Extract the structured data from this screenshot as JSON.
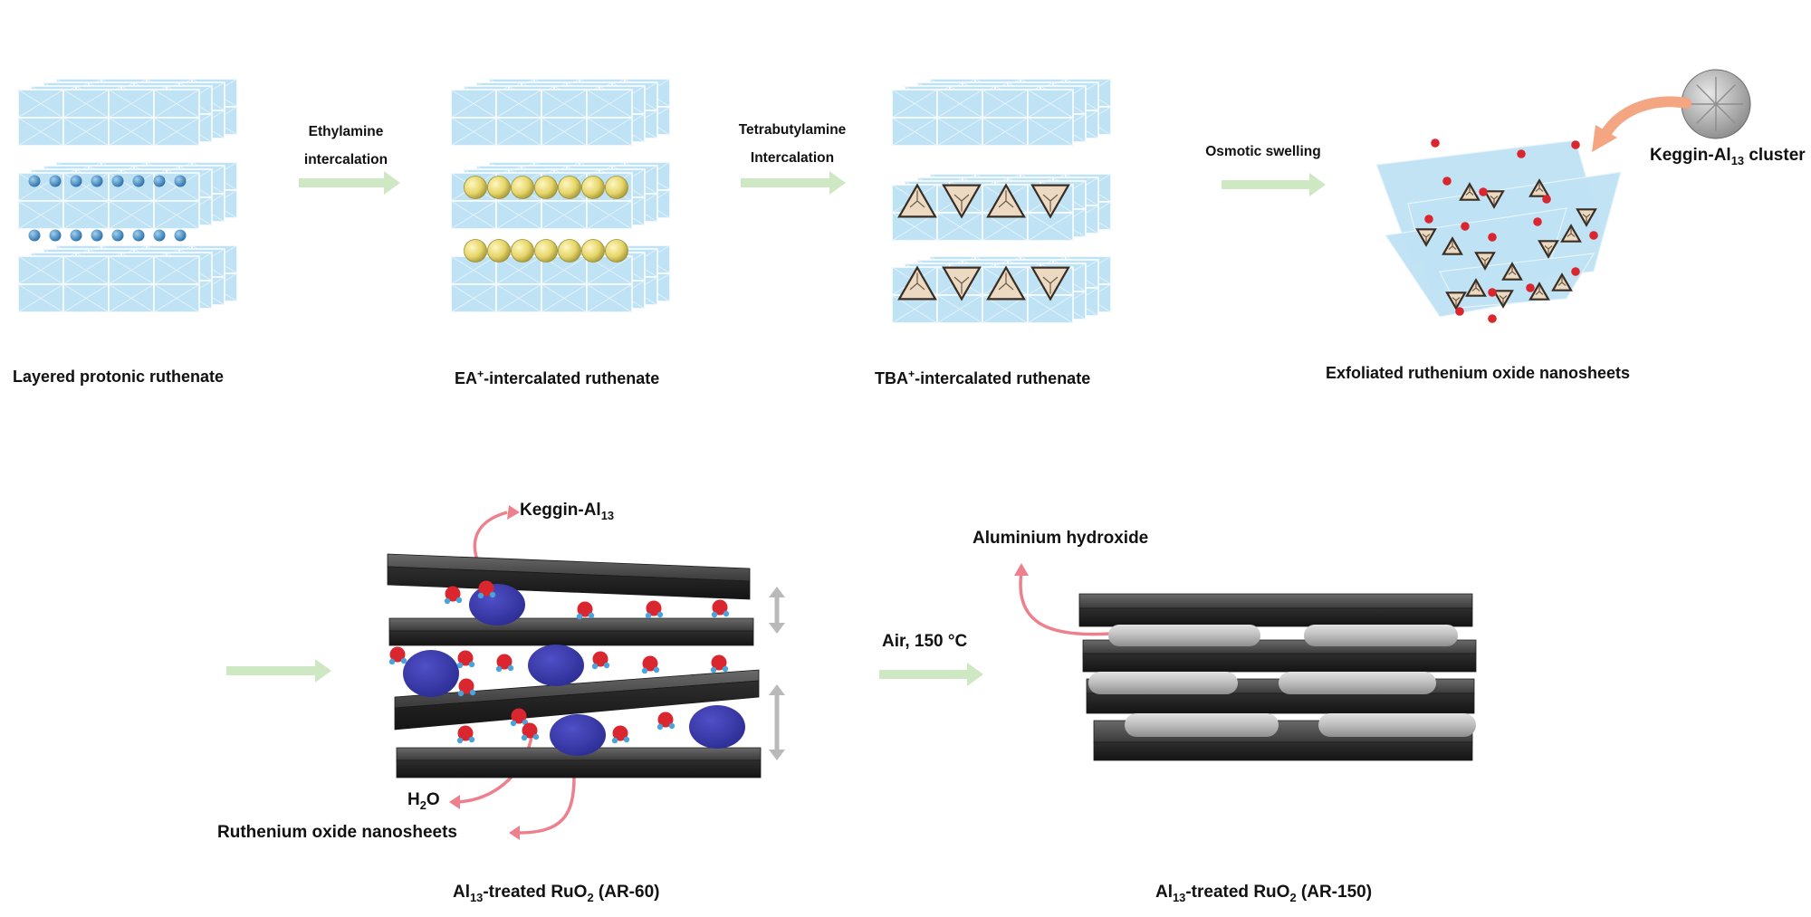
{
  "top_row": {
    "captions": [
      {
        "pre": "Layered protonic ruthenate",
        "sup": "",
        "post": ""
      },
      {
        "pre": "EA",
        "sup": "+",
        "post": "-intercalated ruthenate"
      },
      {
        "pre": "TBA",
        "sup": "+",
        "post": "-intercalated ruthenate"
      },
      {
        "pre": "Exfoliated ruthenium oxide nanosheets",
        "sup": "",
        "post": ""
      }
    ],
    "steps": [
      {
        "line1": "Ethylamine",
        "line2": "intercalation"
      },
      {
        "line1": "Tetrabutylamine",
        "line2": "Intercalation"
      },
      {
        "line1": "Osmotic  swelling",
        "line2": ""
      }
    ],
    "cluster_label": {
      "pre": "Keggin-Al",
      "sub": "13",
      "post": " cluster"
    }
  },
  "bottom_row": {
    "keggin_label": {
      "pre": "Keggin-Al",
      "sub": "13"
    },
    "h2o_label": {
      "pre": "H",
      "sub": "2",
      "post": "O"
    },
    "nanosheet_label": "Ruthenium oxide nanosheets",
    "aluminium_label": "Aluminium hydroxide",
    "step_label": "Air, 150 °C",
    "captions": [
      {
        "pre": "Al",
        "sub": "13",
        "mid": "-treated RuO",
        "sub2": "2",
        "post": " (AR-60)"
      },
      {
        "pre": "Al",
        "sub": "13",
        "mid": "-treated RuO",
        "sub2": "2",
        "post": " (AR-150)"
      }
    ]
  },
  "colors": {
    "octahedra": "#bfe2f4",
    "octahedra_edge": "#ffffff",
    "ea_sphere": "#e6d66a",
    "proton_dot": "#3b86c0",
    "tba_triangle": "#ecd9c1",
    "arrow_green": "#cfe8c4",
    "curved_arrow_red": "#ee7f8d",
    "orange_arrow": "#f4a582",
    "nanosheet_dark": "#3a3a3a",
    "al13_blue": "#3636a8",
    "water_red": "#d9262f",
    "water_h": "#4aa3d9",
    "hydroxide_grey": "#c8c8c8"
  }
}
